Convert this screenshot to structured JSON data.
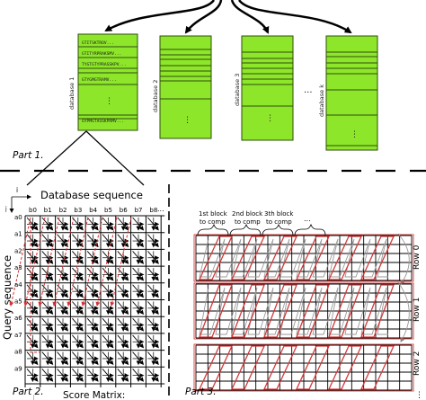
{
  "part1": {
    "label": "Part 1.",
    "databases": [
      {
        "label": "database 1",
        "sequences": [
          "GTITSKTROV...",
          "GTITYRPRAKSMV...",
          "TYGTGTYPRASSKPV...",
          "GTYGMGTRAMV...",
          "GYPMGTASSKPRMV..."
        ],
        "dots": "⋮"
      },
      {
        "label": "database 2",
        "dots": "⋮"
      },
      {
        "label": "database 3",
        "dots": "⋮"
      },
      {
        "label": "database k",
        "dots": "⋮"
      }
    ],
    "between_ellipsis": "...",
    "colors": {
      "fill": "#8ee62b",
      "stroke": "#2e4d0c",
      "text": "#1a1a1a"
    }
  },
  "part2": {
    "label": "Part 2.",
    "xlabel": "Database sequence",
    "ylabel": "Query sequence",
    "caption": "Score Matrix:",
    "i_label": "i",
    "j_label": "j",
    "columns": [
      "b0",
      "b1",
      "b2",
      "b3",
      "b4",
      "b5",
      "b6",
      "b7",
      "b8"
    ],
    "rows": [
      "a0",
      "a1",
      "a2",
      "a3",
      "a4",
      "a5",
      "a6",
      "a7",
      "a8",
      "a9"
    ],
    "ellipsis_h": "...",
    "ellipsis_v": "⋮",
    "colors": {
      "grid": "#000000",
      "arrow": "#000000",
      "dashed": "#d93030"
    }
  },
  "part3": {
    "label": "Part 3.",
    "block_labels": [
      {
        "lines": [
          "1st block",
          "to comp"
        ]
      },
      {
        "lines": [
          "2nd block",
          "to comp"
        ]
      },
      {
        "lines": [
          "3th block",
          "to comp"
        ]
      }
    ],
    "block_ellipsis": "...",
    "row_labels": [
      "Row 0",
      "Row 1",
      "Row 2"
    ],
    "row_ellipsis": "⋮",
    "colors": {
      "grid": "#000000",
      "parallelogram": "#d23a3a",
      "path": "#9a9a9a"
    }
  }
}
